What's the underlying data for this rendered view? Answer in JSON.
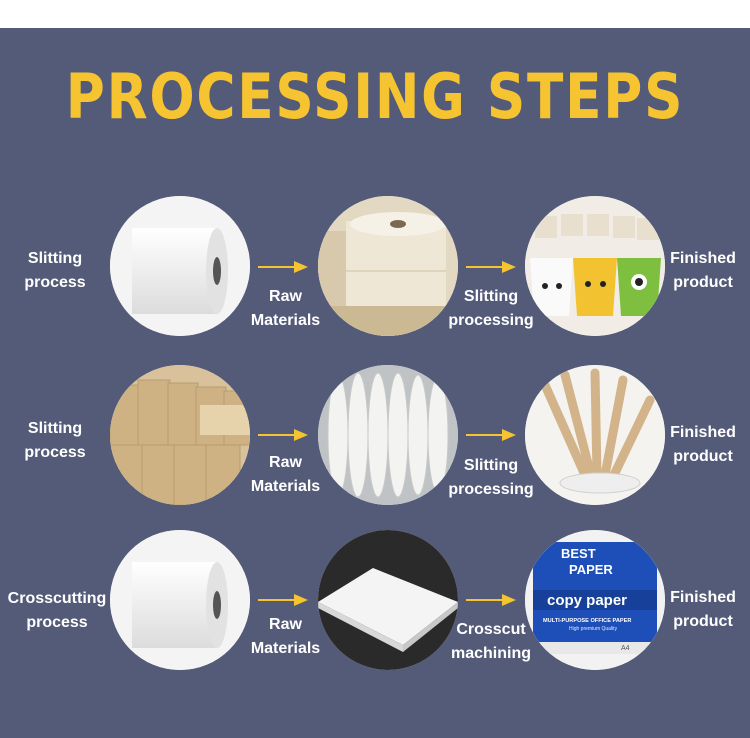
{
  "title": "PROCESSING STEPS",
  "colors": {
    "panel": "#545b78",
    "title": "#f6c431",
    "arrow": "#f6c431",
    "text": "#ffffff"
  },
  "rows": [
    {
      "start": {
        "line1": "Slitting",
        "line2": "process"
      },
      "step1": {
        "line1": "Raw",
        "line2": "Materials"
      },
      "step2": {
        "line1": "Slitting",
        "line2": "processing"
      },
      "end": {
        "line1": "Finished",
        "line2": "product"
      },
      "images": [
        "white-paper-roll",
        "jumbo-paper-rolls",
        "paper-cups"
      ]
    },
    {
      "start": {
        "line1": "Slitting",
        "line2": "process"
      },
      "step1": {
        "line1": "Raw",
        "line2": "Materials"
      },
      "step2": {
        "line1": "Slitting",
        "line2": "processing"
      },
      "end": {
        "line1": "Finished",
        "line2": "product"
      },
      "images": [
        "kraft-paper-warehouse",
        "slit-paper-reels",
        "paper-straws"
      ]
    },
    {
      "start": {
        "line1": "Crosscutting",
        "line2": "process"
      },
      "step1": {
        "line1": "Raw",
        "line2": "Materials"
      },
      "step2": {
        "line1": "Crosscut",
        "line2": "machining"
      },
      "end": {
        "line1": "Finished",
        "line2": "product"
      },
      "images": [
        "white-paper-roll",
        "paper-sheet-stack",
        "copy-paper-ream"
      ],
      "ream": {
        "brand1": "BEST",
        "brand2": "PAPER",
        "product": "copy paper",
        "sub1": "MULTI-PURPOSE OFFICE PAPER",
        "sub2": "High premium Quality",
        "size": "A4"
      }
    }
  ]
}
